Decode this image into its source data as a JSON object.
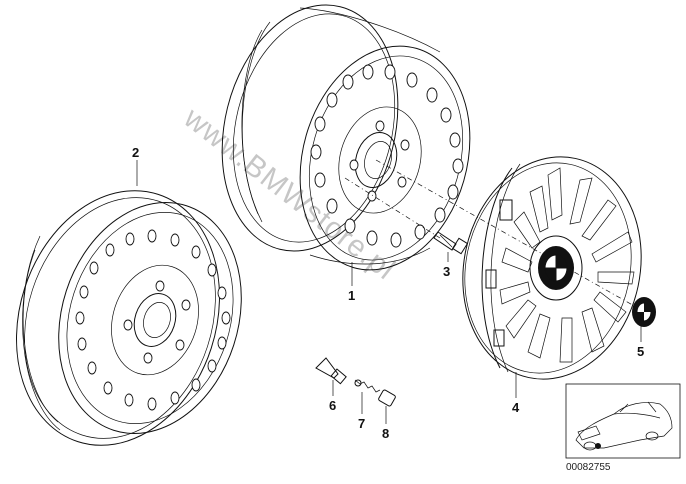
{
  "callouts": {
    "c1": "1",
    "c2": "2",
    "c3": "3",
    "c4": "4",
    "c5": "5",
    "c6": "6",
    "c7": "7",
    "c8": "8"
  },
  "watermark": "www.BMWstore.pl",
  "part_number": "00082755"
}
